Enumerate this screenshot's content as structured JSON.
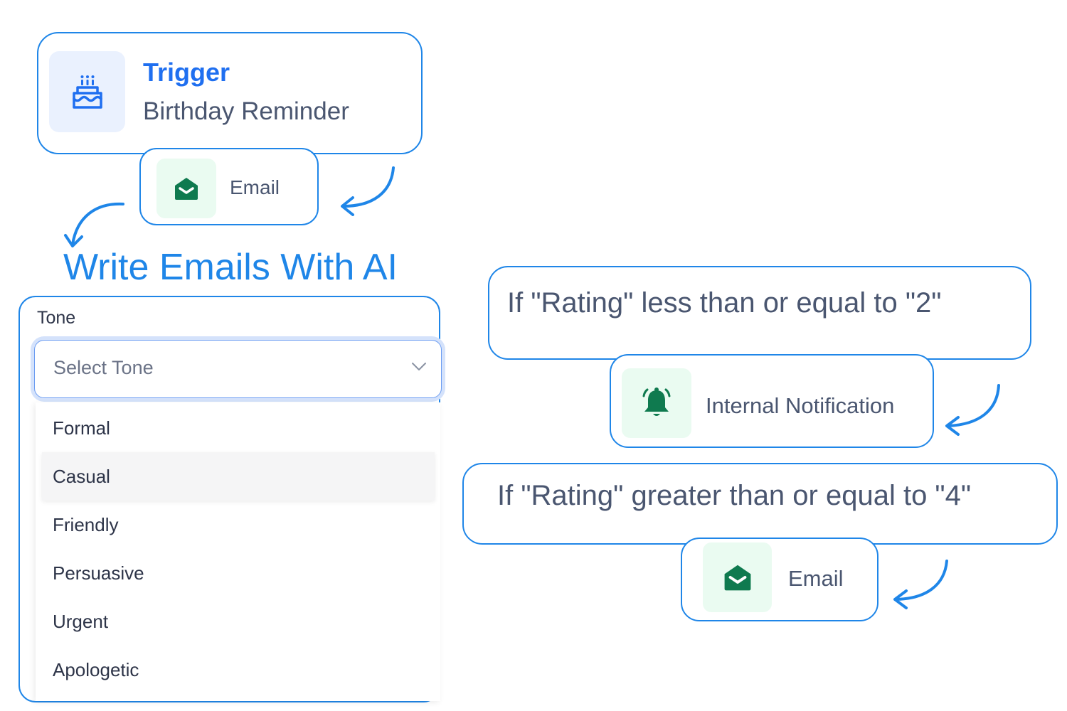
{
  "trigger": {
    "title": "Trigger",
    "subtitle": "Birthday Reminder",
    "icon": "birthday-cake-icon",
    "accent_color": "#1f6ff0"
  },
  "first_action": {
    "label": "Email",
    "icon": "envelope-open-icon"
  },
  "ai_section": {
    "heading": "Write Emails With AI",
    "tone_label": "Tone",
    "select_placeholder": "Select Tone",
    "hovered_option": "Casual",
    "options": [
      "Formal",
      "Casual",
      "Friendly",
      "Persuasive",
      "Urgent",
      "Apologetic"
    ]
  },
  "branch_low": {
    "condition": "If \"Rating\" less than or equal to \"2\"",
    "action_label": "Internal Notification",
    "action_icon": "bell-icon"
  },
  "branch_high": {
    "condition": "If \"Rating\" greater than or equal to \"4\"",
    "action_label": "Email",
    "action_icon": "envelope-open-icon"
  },
  "colors": {
    "border": "#1f86e8",
    "icon_green": "#0f7a4f",
    "icon_tile_green": "#eafbf1",
    "icon_tile_blue": "#eaf1fe",
    "text": "#4a5670"
  }
}
